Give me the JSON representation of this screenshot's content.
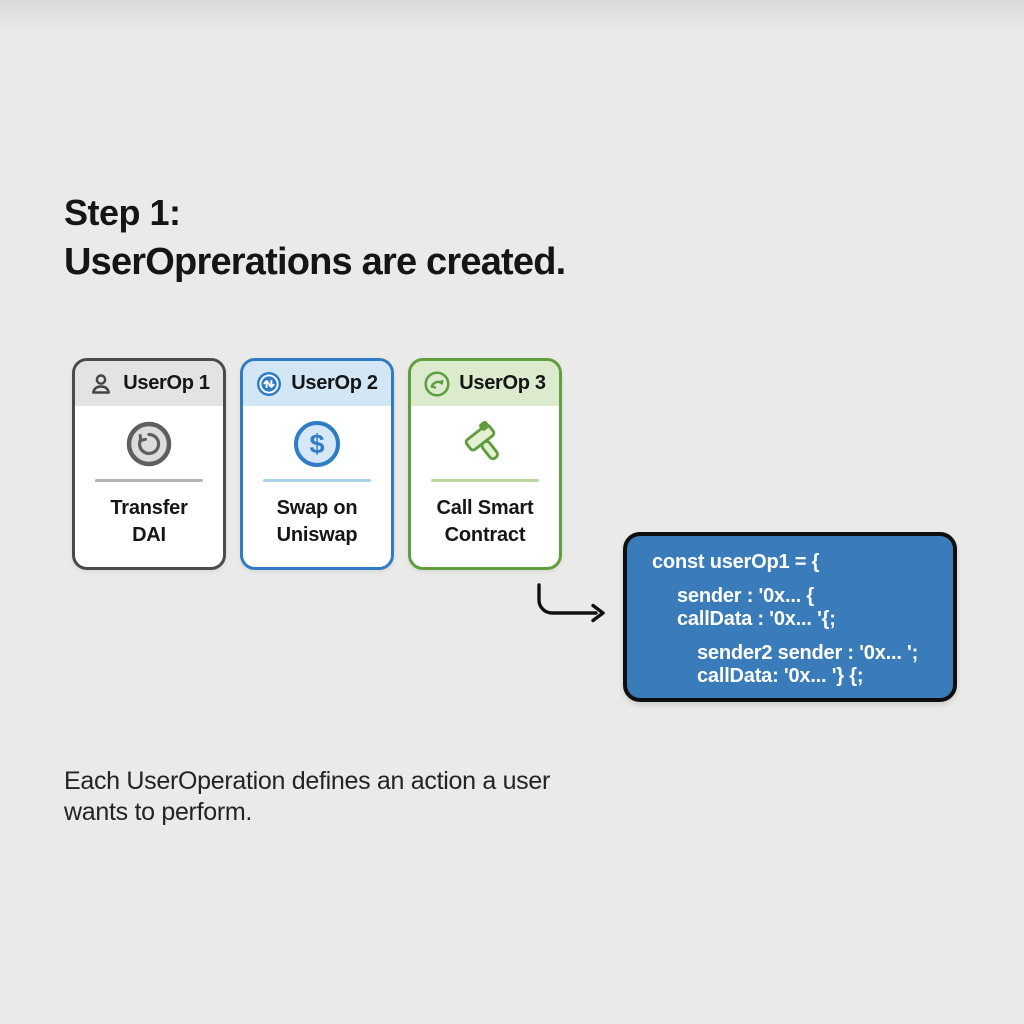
{
  "title": {
    "line1": "Step 1:",
    "line2": "UserOprerations are created."
  },
  "cards": [
    {
      "header": {
        "icon": "user-icon",
        "label": "UserOp 1"
      },
      "body_icon": "refresh-coin-icon",
      "action_line1": "Transfer",
      "action_line2": "DAI",
      "colors": {
        "border": "#4a4a4a",
        "header_bg": "#e3e3e1",
        "divider": "#b3b3b3",
        "icon_fill": "#dcdcdc",
        "icon_stroke": "#5f5f5f"
      }
    },
    {
      "header": {
        "icon": "swap-arrows-icon",
        "label": "UserOp 2"
      },
      "body_icon": "dollar-coin-icon",
      "coin_glyph": "$",
      "action_line1": "Swap on",
      "action_line2": "Uniswap",
      "colors": {
        "border": "#2e7cc6",
        "header_bg": "#d3e6f6",
        "divider": "#a9cfe9",
        "icon_fill": "#d6e8f8",
        "icon_stroke": "#2e7cc6"
      }
    },
    {
      "header": {
        "icon": "sync-arrow-icon",
        "label": "UserOp 3"
      },
      "body_icon": "gavel-icon",
      "action_line1": "Call Smart",
      "action_line2": "Contract",
      "colors": {
        "border": "#5f9e3d",
        "header_bg": "#dceacd",
        "divider": "#b9d79c",
        "icon_fill": "#e3f0d3",
        "icon_stroke": "#5f9e3d"
      }
    }
  ],
  "arrow": {
    "name": "elbow-arrow",
    "color": "#111111"
  },
  "code_block": {
    "bg": "#3a7cb9",
    "lines": [
      "const userOp1 = {",
      "sender : '0x... {",
      "callData : '0x... '{;",
      "sender2 sender : '0x... ';",
      "callData: '0x... '} {;"
    ]
  },
  "caption": "Each UserOperation defines an action a user wants to perform."
}
